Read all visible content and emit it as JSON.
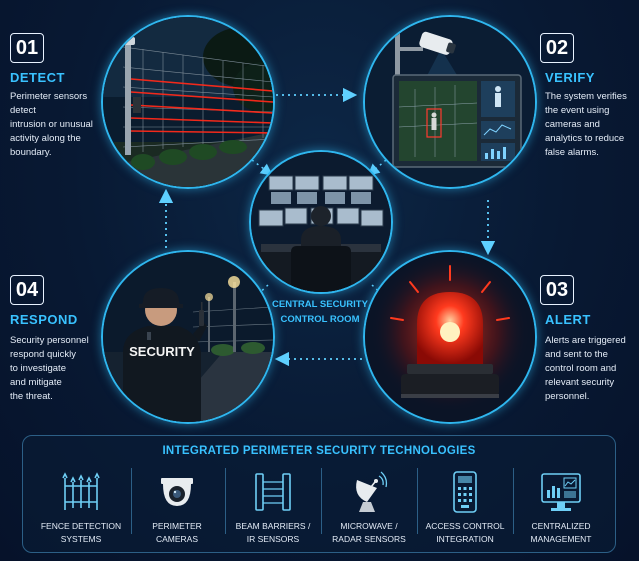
{
  "steps": [
    {
      "number": "01",
      "title": "DETECT",
      "desc": [
        "Perimeter sensors detect",
        "intrusion or unusual",
        "activity along the",
        "boundary."
      ]
    },
    {
      "number": "02",
      "title": "VERIFY",
      "desc": [
        "The system verifies",
        "the event using",
        "cameras and",
        "analytics to reduce",
        "false alarms."
      ]
    },
    {
      "number": "03",
      "title": "ALERT",
      "desc": [
        "Alerts are triggered",
        "and sent to the",
        "control room and",
        "relevant security",
        "personnel."
      ]
    },
    {
      "number": "04",
      "title": "RESPOND",
      "desc": [
        "Security personnel",
        "respond quickly",
        "to investigate",
        "and mitigate",
        "the threat."
      ]
    }
  ],
  "center": {
    "line1": "CENTRAL SECURITY",
    "line2": "CONTROL ROOM"
  },
  "guard_jacket_text": "SECURITY",
  "panel": {
    "title": "INTEGRATED PERIMETER SECURITY TECHNOLOGIES",
    "items": [
      {
        "line1": "FENCE DETECTION",
        "line2": "SYSTEMS",
        "icon": "fence-icon"
      },
      {
        "line1": "PERIMETER",
        "line2": "CAMERAS",
        "icon": "dome-camera-icon"
      },
      {
        "line1": "BEAM BARRIERS /",
        "line2": "IR SENSORS",
        "icon": "beam-barrier-icon"
      },
      {
        "line1": "MICROWAVE /",
        "line2": "RADAR SENSORS",
        "icon": "radar-dish-icon"
      },
      {
        "line1": "ACCESS CONTROL",
        "line2": "INTEGRATION",
        "icon": "access-keypad-icon"
      },
      {
        "line1": "CENTRALIZED",
        "line2": "MANAGEMENT",
        "icon": "monitor-dashboard-icon"
      }
    ]
  },
  "colors": {
    "accent": "#39c2ff",
    "ring": "#2fb6ee",
    "alarm": "#ff2a1a",
    "background": "#07142a"
  }
}
